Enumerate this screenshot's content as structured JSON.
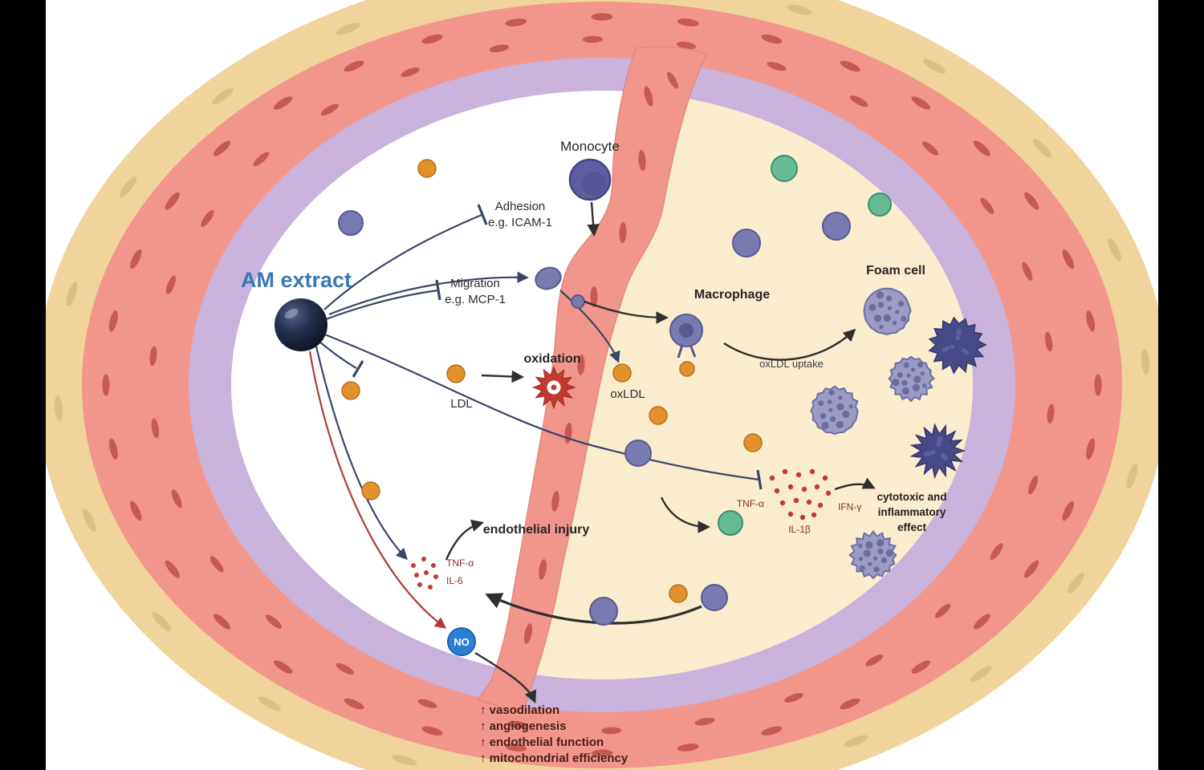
{
  "figure": {
    "am_extract": "AM extract",
    "monocyte": "Monocyte",
    "adhesion_1": "Adhesion",
    "adhesion_2": "e.g. ICAM-1",
    "migration_1": "Migration",
    "migration_2": "e.g. MCP-1",
    "oxidation": "oxidation",
    "ldl": "LDL",
    "oxldl": "oxLDL",
    "oxldl_uptake": "oxLDL uptake",
    "macrophage": "Macrophage",
    "foam_cell": "Foam cell",
    "endothelial_injury": "endothelial injury",
    "tnf_left": "TNF-α",
    "il6_left": "IL-6",
    "no": "NO",
    "tnf_right": "TNF-α",
    "ifn_gamma": "IFN-γ",
    "il1b": "IL-1β",
    "cytotoxic_1": "cytotoxic and",
    "cytotoxic_2": "inflammatory",
    "cytotoxic_3": "effect",
    "effects": [
      "↑ vasodilation",
      "↑ angiogenesis",
      "↑ endothelial function",
      "↑ mitochondrial efficiency"
    ]
  },
  "colors": {
    "adventitia": "#f0d49c",
    "media": "#f2968b",
    "muscle_nucleus": "#c65a50",
    "intima": "#c9b2dc",
    "lumen": "#ffffff",
    "plaque": "#f9edcd",
    "endothelium_band": "#f2968b",
    "monocyte_cell": "#5d5da0",
    "macrophage_cell": "#7a7ab2",
    "foam_cell": "#9b9bc6",
    "necrotic_foam_cell": "#474a86",
    "t_cell": "#66bb95",
    "ldl_particle": "#e3912c",
    "am_particle": "#141d33",
    "no_circle": "#2d7fd6",
    "label_blue": "#3b78b5",
    "cytokine_red": "#c23b32",
    "arrow_navy": "#3a4668"
  }
}
